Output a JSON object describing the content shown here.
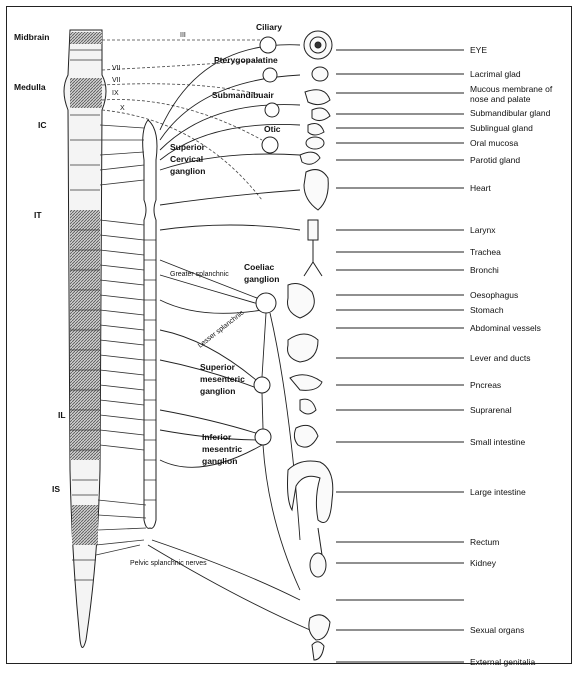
{
  "cns_levels": {
    "midbrain": "Midbrain",
    "medulla": "Medulla",
    "ic": "IC",
    "it": "IT",
    "il": "IL",
    "is": "IS"
  },
  "cranial_nerves": {
    "iii": "III",
    "vii_a": "VII",
    "vii_b": "VII",
    "ix": "IX",
    "x": "X"
  },
  "ganglia": {
    "ciliary": "Ciliary",
    "pterygopalatine": "Pterygopalatine",
    "submandibular": "Submandibuair",
    "otic": "Otic",
    "superior_cervical_1": "Superior",
    "superior_cervical_2": "Cervical",
    "superior_cervical_3": "ganglion",
    "coeliac_1": "Coeliac",
    "coeliac_2": "ganglion",
    "superior_mesenteric_1": "Superior",
    "superior_mesenteric_2": "mesenteric",
    "superior_mesenteric_3": "ganglion",
    "inferior_mesenteric_1": "Inferior",
    "inferior_mesenteric_2": "mesentric",
    "inferior_mesenteric_3": "ganglion"
  },
  "nerves": {
    "greater_splanchnic": "Greater splanchnic",
    "lesser_splanchnic": "Lesser splanchnic",
    "pelvic_splanchnic": "Pelvic splanchnic nerves"
  },
  "organs": [
    "EYE",
    "Lacrimal glad",
    "Mucous membrane of",
    "nose and palate",
    "Submandibular gland",
    "Sublingual gland",
    "Oral mucosa",
    "Parotid gland",
    "Heart",
    "Larynx",
    "Trachea",
    "Bronchi",
    "Oesophagus",
    "Stomach",
    "Abdominal vessels",
    "Lever and ducts",
    "Pncreas",
    "Suprarenal",
    "Small intestine",
    "Large intestine",
    "Rectum",
    "Kidney",
    "Sexual organs",
    "External genitalia"
  ]
}
